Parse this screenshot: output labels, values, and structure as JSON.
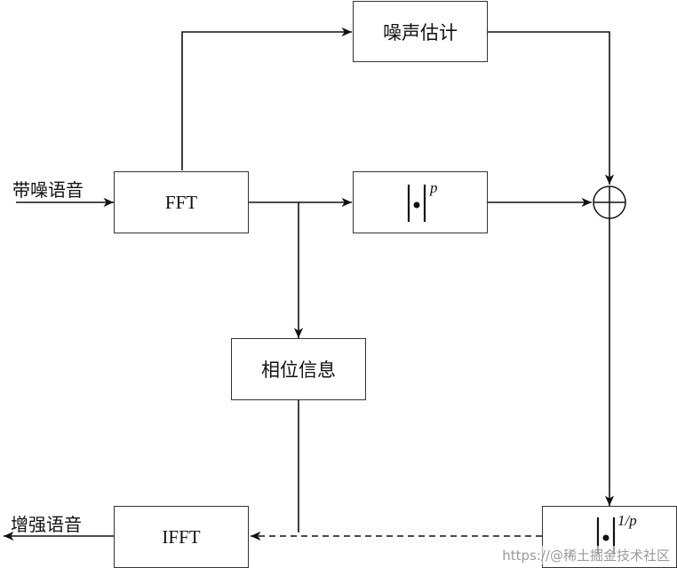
{
  "inputs": {
    "noisy_speech": "带噪语音"
  },
  "outputs": {
    "enhanced_speech": "增强语音"
  },
  "blocks": {
    "noise_estimate": "噪声估计",
    "fft": "FFT",
    "phase_info": "相位信息",
    "ifft": "IFFT",
    "power_exponent": "p",
    "inverse_power_exponent": "1/p"
  },
  "watermark": "https://@稀土掘金技术社区"
}
